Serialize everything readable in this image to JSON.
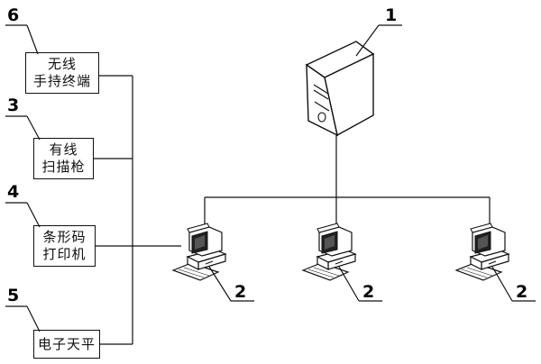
{
  "devices": [
    {
      "number": "6",
      "lines": [
        "无线",
        "手持终端"
      ]
    },
    {
      "number": "3",
      "lines": [
        "有线",
        "扫描枪"
      ]
    },
    {
      "number": "4",
      "lines": [
        "条形码",
        "打印机"
      ]
    },
    {
      "number": "5",
      "lines": [
        "电子天平"
      ]
    }
  ],
  "server": {
    "number": "1"
  },
  "terminals": [
    {
      "number": "2"
    },
    {
      "number": "2"
    },
    {
      "number": "2"
    }
  ]
}
